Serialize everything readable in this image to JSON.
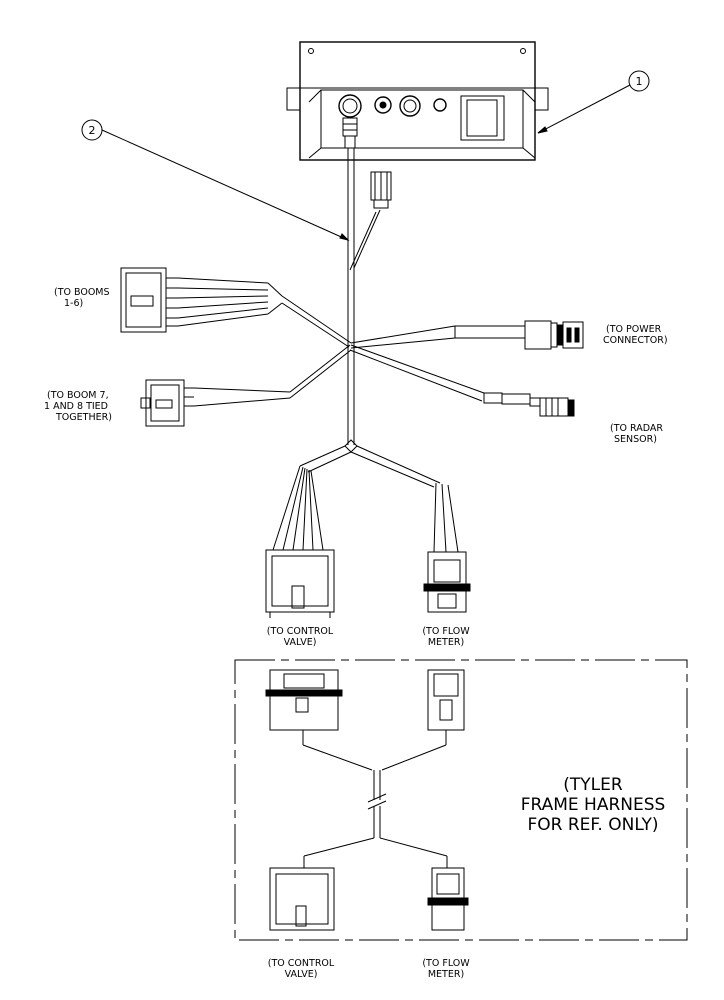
{
  "callouts": {
    "one": "1",
    "two": "2"
  },
  "labels": {
    "booms_1_6": [
      "(TO BOOMS",
      "1-6)"
    ],
    "boom_7": [
      "(TO BOOM 7,",
      "1 AND 8 TIED",
      "TOGETHER)"
    ],
    "power": [
      "(TO POWER",
      "CONNECTOR)"
    ],
    "radar": [
      "(TO RADAR",
      "SENSOR)"
    ],
    "control_valve_top": [
      "(TO CONTROL",
      "VALVE)"
    ],
    "flow_meter_top": [
      "(TO FLOW",
      "METER)"
    ],
    "control_valve_bottom": [
      "(TO CONTROL",
      "VALVE)"
    ],
    "flow_meter_bottom": [
      "(TO FLOW",
      "METER)"
    ]
  },
  "reference_box": {
    "lines": [
      "(TYLER",
      "FRAME HARNESS",
      "FOR REF. ONLY)"
    ]
  }
}
